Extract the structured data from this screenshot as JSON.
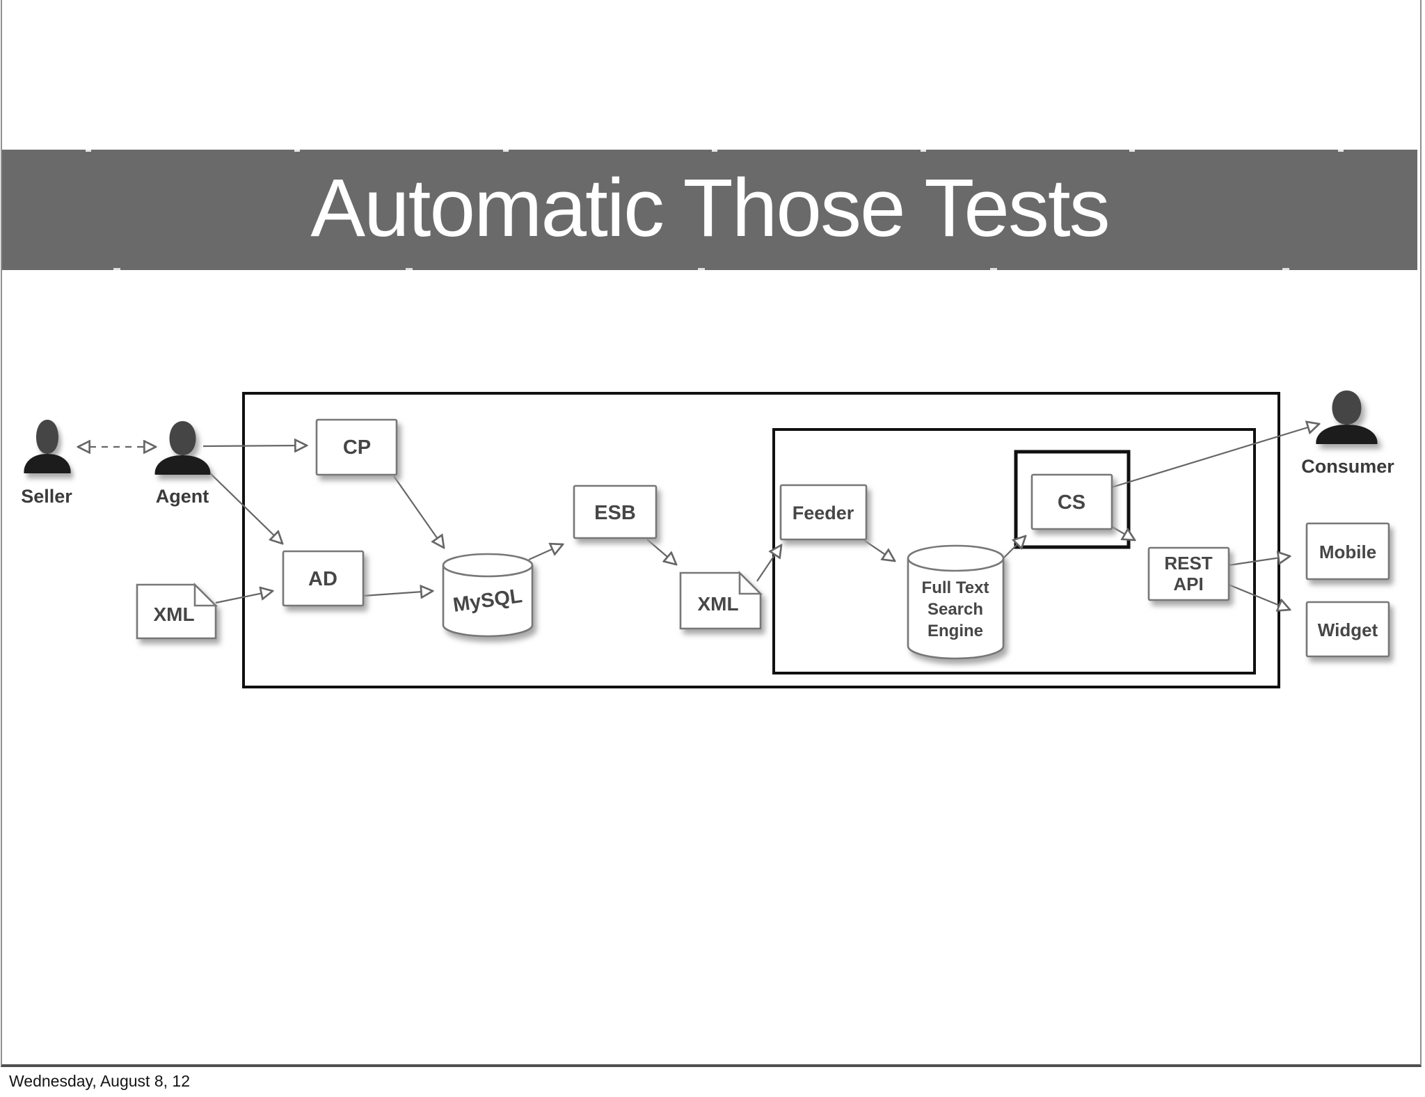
{
  "slide": {
    "title": "Automatic Those Tests",
    "footer": "Wednesday, August 8, 12"
  },
  "colors": {
    "banner": "#6a6a6a",
    "title_text": "#ffffff",
    "frame_rects": "#101010",
    "box_border": "#777777",
    "connector": "#666666",
    "node_label": "#464646",
    "person_silhouette": "#2a2a2a"
  },
  "diagram": {
    "actors": {
      "seller": "Seller",
      "agent": "Agent",
      "consumer": "Consumer"
    },
    "nodes": {
      "cp": "CP",
      "ad": "AD",
      "xml_left": "XML",
      "mysql": "MySQL",
      "esb": "ESB",
      "xml_mid": "XML",
      "feeder": "Feeder",
      "fulltext": [
        "Full Text",
        "Search",
        "Engine"
      ],
      "cs": "CS",
      "rest": [
        "REST",
        "API"
      ],
      "mobile": "Mobile",
      "widget": "Widget"
    }
  }
}
